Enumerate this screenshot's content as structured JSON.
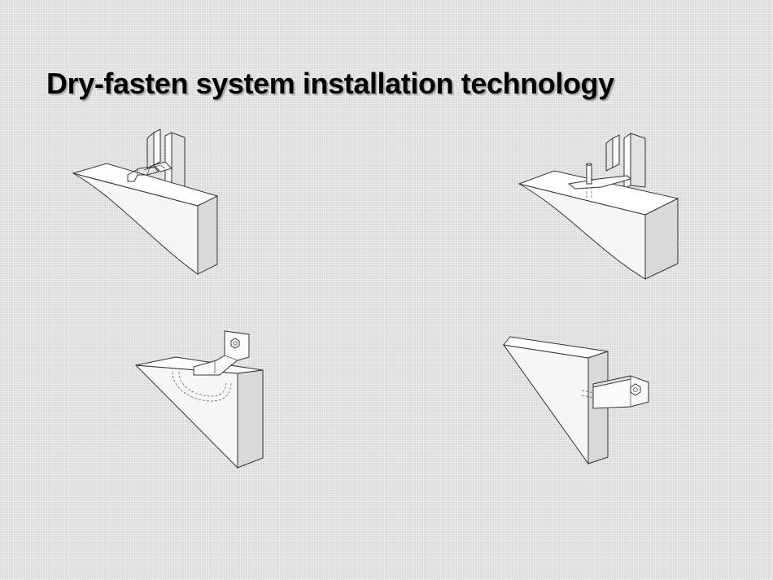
{
  "slide": {
    "title": "Dry-fasten system installation technology"
  },
  "figures": [
    {
      "id": "fig-top-left",
      "icon": "stone-panel-with-angle-bracket-and-hook"
    },
    {
      "id": "fig-top-right",
      "icon": "stone-panel-with-angle-bracket-and-pin"
    },
    {
      "id": "fig-bottom-left",
      "icon": "stone-panel-with-bent-hook-anchor"
    },
    {
      "id": "fig-bottom-right",
      "icon": "stone-panel-with-side-bolt-anchor"
    }
  ],
  "colors": {
    "background": "#e4e4e4",
    "title": "#000000",
    "line": "#333333"
  }
}
